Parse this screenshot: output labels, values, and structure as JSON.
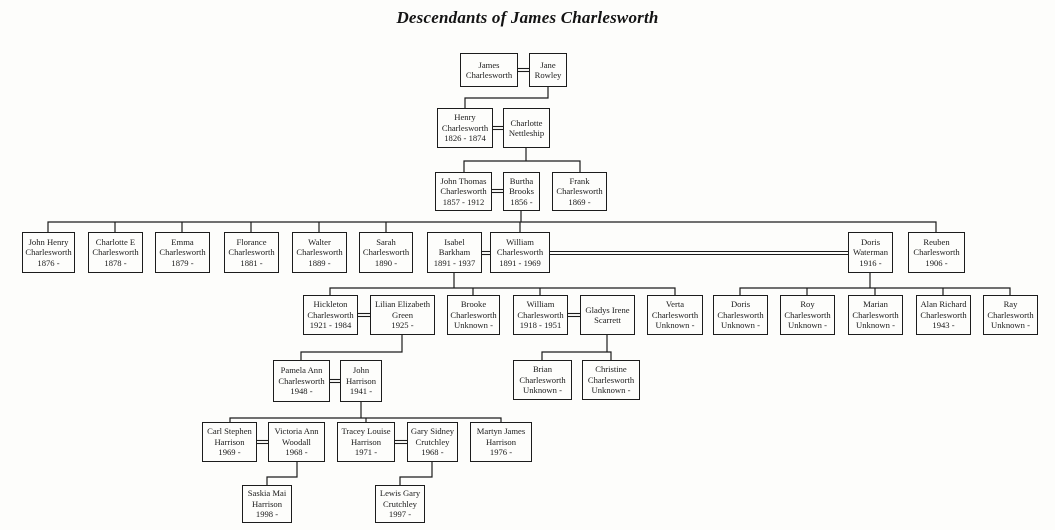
{
  "title": "Descendants of James Charlesworth",
  "people": [
    {
      "id": "james-charlesworth",
      "name": "James Charlesworth",
      "dates": ""
    },
    {
      "id": "jane-rowley",
      "name": "Jane Rowley",
      "dates": ""
    },
    {
      "id": "henry-charlesworth",
      "name": "Henry Charlesworth",
      "dates": "1826 - 1874"
    },
    {
      "id": "charlotte-nettleship",
      "name": "Charlotte Nettleship",
      "dates": ""
    },
    {
      "id": "john-thomas-charlesworth",
      "name": "John Thomas Charlesworth",
      "dates": "1857 - 1912"
    },
    {
      "id": "burtha-brooks",
      "name": "Burtha Brooks",
      "dates": "1856 -"
    },
    {
      "id": "frank-charlesworth",
      "name": "Frank Charlesworth",
      "dates": "1869 -"
    },
    {
      "id": "john-henry-charlesworth",
      "name": "John Henry Charlesworth",
      "dates": "1876 -"
    },
    {
      "id": "charlotte-e-charlesworth",
      "name": "Charlotte E Charlesworth",
      "dates": "1878 -"
    },
    {
      "id": "emma-charlesworth",
      "name": "Emma Charlesworth",
      "dates": "1879 -"
    },
    {
      "id": "florance-charlesworth",
      "name": "Florance Charlesworth",
      "dates": "1881 -"
    },
    {
      "id": "walter-charlesworth",
      "name": "Walter Charlesworth",
      "dates": "1889 -"
    },
    {
      "id": "sarah-charlesworth",
      "name": "Sarah Charlesworth",
      "dates": "1890 -"
    },
    {
      "id": "isabel-barkham",
      "name": "Isabel Barkham",
      "dates": "1891 - 1937"
    },
    {
      "id": "william-charlesworth-1891",
      "name": "William Charlesworth",
      "dates": "1891 - 1969"
    },
    {
      "id": "doris-waterman",
      "name": "Doris Waterman",
      "dates": "1916 -"
    },
    {
      "id": "reuben-charlesworth",
      "name": "Reuben Charlesworth",
      "dates": "1906 -"
    },
    {
      "id": "hickleton-charlesworth",
      "name": "Hickleton Charlesworth",
      "dates": "1921 - 1984"
    },
    {
      "id": "lilian-elizabeth-green",
      "name": "Lilian Elizabeth Green",
      "dates": "1925 -"
    },
    {
      "id": "brooke-charlesworth",
      "name": "Brooke Charlesworth",
      "dates": "Unknown -"
    },
    {
      "id": "william-charlesworth-1918",
      "name": "William Charlesworth",
      "dates": "1918 - 1951"
    },
    {
      "id": "gladys-irene-scarrett",
      "name": "Gladys Irene Scarrett",
      "dates": ""
    },
    {
      "id": "verta-charlesworth",
      "name": "Verta Charlesworth",
      "dates": "Unknown -"
    },
    {
      "id": "doris-charlesworth",
      "name": "Doris Charlesworth",
      "dates": "Unknown -"
    },
    {
      "id": "roy-charlesworth",
      "name": "Roy Charlesworth",
      "dates": "Unknown -"
    },
    {
      "id": "marian-charlesworth",
      "name": "Marian Charlesworth",
      "dates": "Unknown -"
    },
    {
      "id": "alan-richard-charlesworth",
      "name": "Alan Richard Charlesworth",
      "dates": "1943 -"
    },
    {
      "id": "ray-charlesworth",
      "name": "Ray Charlesworth",
      "dates": "Unknown -"
    },
    {
      "id": "pamela-ann-charlesworth",
      "name": "Pamela Ann Charlesworth",
      "dates": "1948 -"
    },
    {
      "id": "john-harrison",
      "name": "John Harrison",
      "dates": "1941 -"
    },
    {
      "id": "brian-charlesworth",
      "name": "Brian Charlesworth",
      "dates": "Unknown -"
    },
    {
      "id": "christine-charlesworth",
      "name": "Christine Charlesworth",
      "dates": "Unknown -"
    },
    {
      "id": "carl-stephen-harrison",
      "name": "Carl Stephen Harrison",
      "dates": "1969 -"
    },
    {
      "id": "victoria-ann-woodall",
      "name": "Victoria Ann Woodall",
      "dates": "1968 -"
    },
    {
      "id": "tracey-louise-harrison",
      "name": "Tracey Louise Harrison",
      "dates": "1971 -"
    },
    {
      "id": "gary-sidney-crutchley",
      "name": "Gary Sidney Crutchley",
      "dates": "1968 -"
    },
    {
      "id": "martyn-james-harrison",
      "name": "Martyn James Harrison",
      "dates": "1976 -"
    },
    {
      "id": "saskia-mai-harrison",
      "name": "Saskia Mai Harrison",
      "dates": "1998 -"
    },
    {
      "id": "lewis-gary-crutchley",
      "name": "Lewis Gary Crutchley",
      "dates": "1997 -"
    }
  ]
}
